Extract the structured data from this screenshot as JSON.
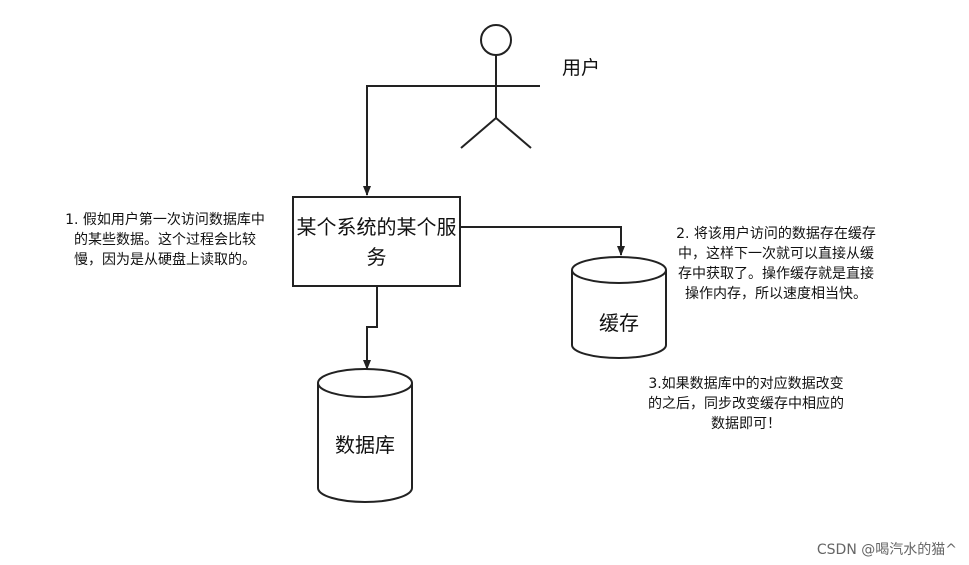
{
  "user": {
    "label": "用户"
  },
  "service": {
    "label": "某个系统的某个服务"
  },
  "cache": {
    "label": "缓存"
  },
  "database": {
    "label": "数据库"
  },
  "notes": {
    "step1": "1. 假如用户第一次访问数据库中的某些数据。这个过程会比较慢，因为是从硬盘上读取的。",
    "step2": "2. 将该用户访问的数据存在缓存中，这样下一次就可以直接从缓存中获取了。操作缓存就是直接操作内存，所以速度相当快。",
    "step3": "3.如果数据库中的对应数据改变的之后，同步改变缓存中相应的数据即可！"
  },
  "watermark": "CSDN @喝汽水的猫^"
}
